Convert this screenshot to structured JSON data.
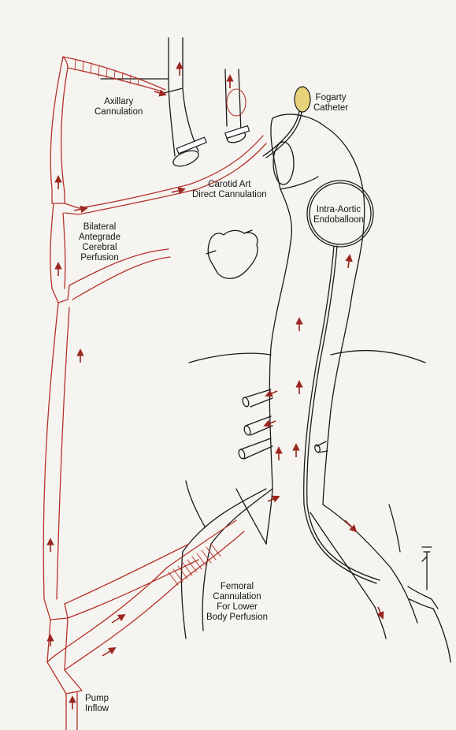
{
  "colors": {
    "background": "#f6f4f0",
    "ink": "#1a1a1a",
    "circuit_red": "#b5322c",
    "catheter_yellow": "#e8d27a"
  },
  "labels": {
    "axillary": [
      "Axillary",
      "Cannulation"
    ],
    "fogarty": [
      "Fogarty",
      "Catheter"
    ],
    "carotid": [
      "Carotid Art",
      "Direct Cannulation"
    ],
    "endoballoon": [
      "Intra-Aortic",
      "Endoballoon"
    ],
    "bilateral": [
      "Bilateral",
      "Antegrade",
      "Cerebral",
      "Perfusion"
    ],
    "femoral": [
      "Femoral",
      "Cannulation",
      "For Lower",
      "Body Perfusion"
    ],
    "pump": [
      "Pump",
      "Inflow"
    ]
  },
  "icons": {
    "heart": "heart-icon",
    "flow_arrow": "flow-arrow-icon",
    "clamp": "clamp-icon"
  }
}
